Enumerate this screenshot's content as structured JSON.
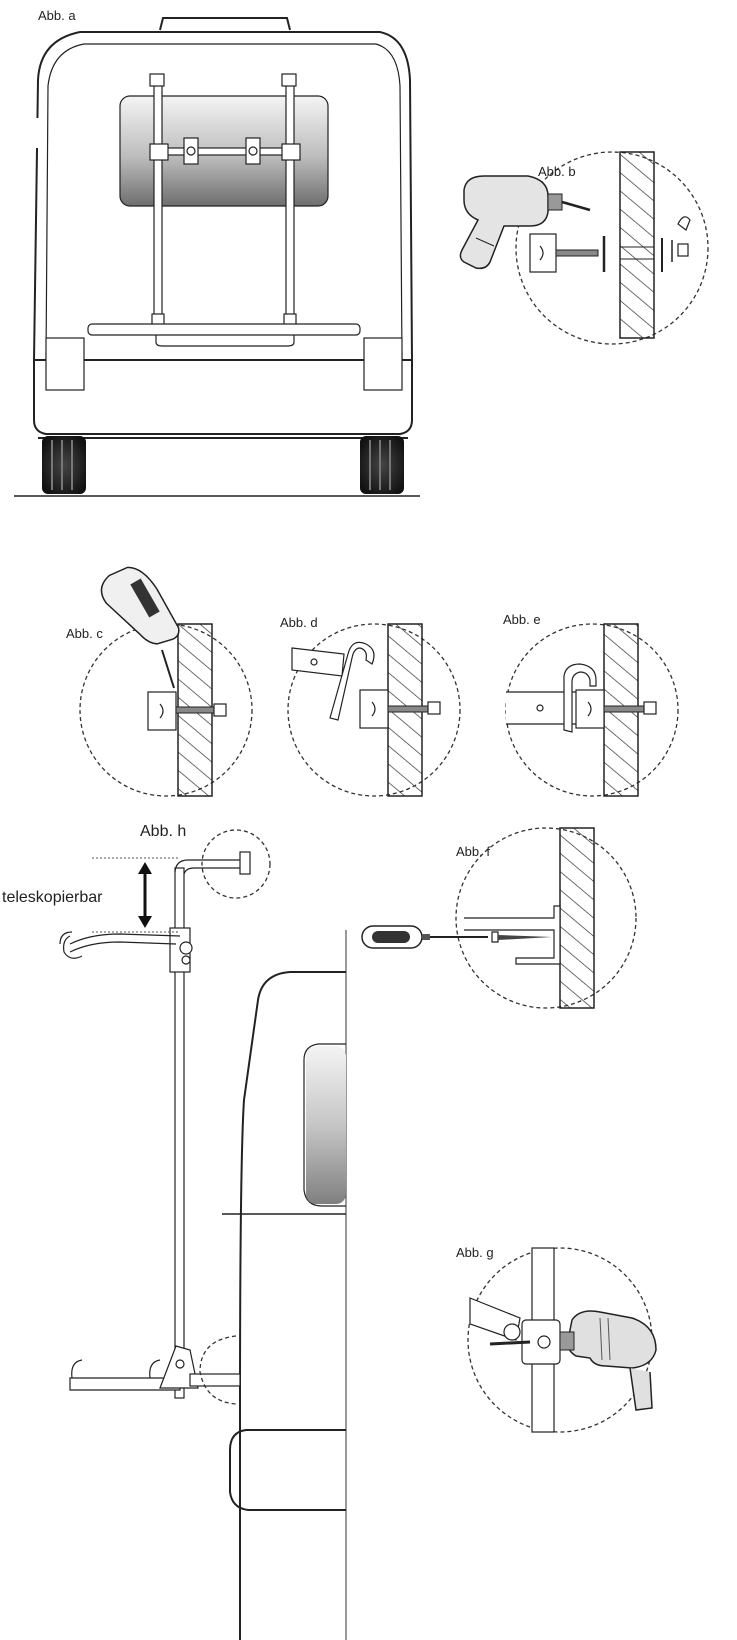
{
  "labels": {
    "fig_a": "Abb. a",
    "fig_b": "Abb. b",
    "fig_c": "Abb. c",
    "fig_d": "Abb. d",
    "fig_e": "Abb. e",
    "fig_f": "Abb. f",
    "fig_g": "Abb. g",
    "fig_h": "Abb. h",
    "telescopic": "teleskopierbar"
  },
  "colors": {
    "ink": "#222222",
    "window_dark": "#6e6e6e",
    "window_light": "#f2f2f2",
    "hatch": "#333333"
  }
}
